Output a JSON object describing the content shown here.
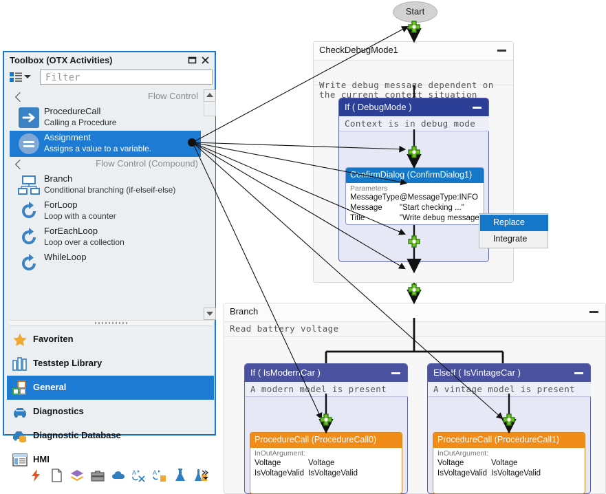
{
  "toolbox": {
    "title": "Toolbox (OTX Activities)",
    "dock_icon": "dock-icon",
    "close_icon": "close-icon",
    "view_icon": "list-view-icon",
    "dropdown_icon": "chevron-down-icon",
    "filter_placeholder": "Filter",
    "filter_value": "",
    "groups": [
      {
        "label": "Flow Control",
        "collapse_icon": "collapse-arrow-icon"
      },
      {
        "label": "Flow Control (Compound)",
        "collapse_icon": "collapse-arrow-icon"
      }
    ],
    "items": [
      {
        "name": "ProcedureCall",
        "desc": "Calling a Procedure",
        "icon": "arrow-right-icon",
        "selected": false
      },
      {
        "name": "Assignment",
        "desc": "Assigns a value to a variable.",
        "icon": "equals-icon",
        "selected": true
      },
      {
        "name": "Branch",
        "desc": "Conditional branching (if-elseif-else)",
        "icon": "branch-icon",
        "selected": false
      },
      {
        "name": "ForLoop",
        "desc": "Loop with a counter",
        "icon": "loop-icon",
        "selected": false
      },
      {
        "name": "ForEachLoop",
        "desc": "Loop over a collection",
        "icon": "loop-icon",
        "selected": false
      },
      {
        "name": "WhileLoop",
        "desc": "",
        "icon": "loop-icon",
        "selected": false
      }
    ],
    "scrollbar": {
      "up_icon": "scroll-up-icon",
      "down_icon": "scroll-down-icon"
    },
    "splitter": "splitter-grip",
    "categories": [
      {
        "label": "Favoriten",
        "icon": "star-icon",
        "selected": false
      },
      {
        "label": "Teststep Library",
        "icon": "library-icon",
        "selected": false
      },
      {
        "label": "General",
        "icon": "general-blocks-icon",
        "selected": true
      },
      {
        "label": "Diagnostics",
        "icon": "car-icon",
        "selected": false
      },
      {
        "label": "Diagnostic Database",
        "icon": "car-database-icon",
        "selected": false
      },
      {
        "label": "HMI",
        "icon": "window-form-icon",
        "selected": false
      }
    ],
    "strip_icons": [
      "lightning-icon",
      "document-icon",
      "layers-icon",
      "toolbox-icon",
      "cloud-icon",
      "string-convert-icon",
      "string-list-icon",
      "flask-icon",
      "flask-list-icon"
    ],
    "strip_overflow_icon": "chevron-double-icon"
  },
  "diagram": {
    "start": {
      "label": "Start"
    },
    "check_debug_mode": {
      "title": "CheckDebugMode1",
      "description": "Write debug message dependent on the current context situation",
      "minimize_icon": "minimize-icon"
    },
    "if_debug_mode": {
      "title": "If ( DebugMode )",
      "description": "Context is in debug mode",
      "minimize_icon": "minimize-icon"
    },
    "confirm_dialog": {
      "title": "ConfirmDialog (ConfirmDialog1)",
      "section": "Parameters",
      "rows": [
        {
          "key": "MessageType",
          "value": "@MessageType:INFO"
        },
        {
          "key": "Message",
          "value": "\"Start checking ...\""
        },
        {
          "key": "Title",
          "value": "\"Write debug message"
        }
      ]
    },
    "context_menu": {
      "items": [
        {
          "label": "Replace",
          "highlighted": true
        },
        {
          "label": "Integrate",
          "highlighted": false
        }
      ]
    },
    "branch": {
      "title": "Branch",
      "description": "Read battery voltage",
      "minimize_icon": "minimize-icon"
    },
    "if_modern": {
      "title": "If ( IsModernCar )",
      "description": "A modern model is present",
      "minimize_icon": "minimize-icon"
    },
    "elseif_vintage": {
      "title": "ElseIf ( IsVintageCar )",
      "description": "A vintage model is present",
      "minimize_icon": "minimize-icon"
    },
    "procedure_call_0": {
      "title": "ProcedureCall (ProcedureCall0)",
      "section": "InOutArgument:",
      "rows": [
        {
          "key": "Voltage",
          "value": "Voltage"
        },
        {
          "key": "IsVoltageValid",
          "value": "IsVoltageValid"
        }
      ]
    },
    "procedure_call_1": {
      "title": "ProcedureCall (ProcedureCall1)",
      "section": "InOutArgument:",
      "rows": [
        {
          "key": "Voltage",
          "value": "Voltage"
        },
        {
          "key": "IsVoltageValid",
          "value": "IsVoltageValid"
        }
      ]
    },
    "drop_targets": "green-plus-icon"
  },
  "colors": {
    "accent_blue": "#1577c8",
    "selection_blue": "#1e7bd4",
    "if_header": "#2b3f96",
    "ifbox_header": "#4a52a0",
    "procedure_orange": "#f28c18",
    "drop_green": "#4caf1a",
    "panel_bg": "#eceff1"
  }
}
